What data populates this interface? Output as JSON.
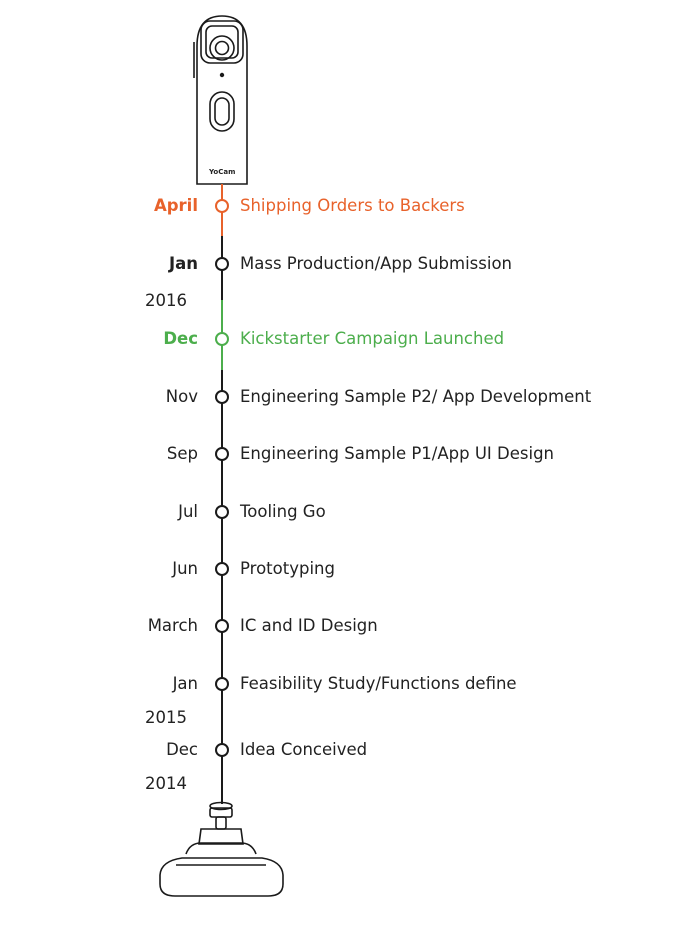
{
  "device": {
    "brand": "YoCam"
  },
  "colors": {
    "line": "#1a1a1a",
    "orange": "#e8622b",
    "green": "#4cae4c",
    "text": "#222222"
  },
  "milestones": [
    {
      "month": "April",
      "event": "Shipping Orders to Backers",
      "highlight": "orange"
    },
    {
      "month": "Jan",
      "event": "Mass Production/App Submission",
      "year": "2016"
    },
    {
      "month": "Dec",
      "event": "Kickstarter Campaign Launched",
      "highlight": "green"
    },
    {
      "month": "Nov",
      "event": "Engineering Sample P2/ App Development"
    },
    {
      "month": "Sep",
      "event": "Engineering Sample P1/App UI Design"
    },
    {
      "month": "Jul",
      "event": "Tooling Go"
    },
    {
      "month": "Jun",
      "event": "Prototyping"
    },
    {
      "month": "March",
      "event": "IC and ID Design"
    },
    {
      "month": "Jan",
      "event": "Feasibility Study/Functions define",
      "year": "2015"
    },
    {
      "month": "Dec",
      "event": "Idea Conceived",
      "year": "2014"
    }
  ]
}
